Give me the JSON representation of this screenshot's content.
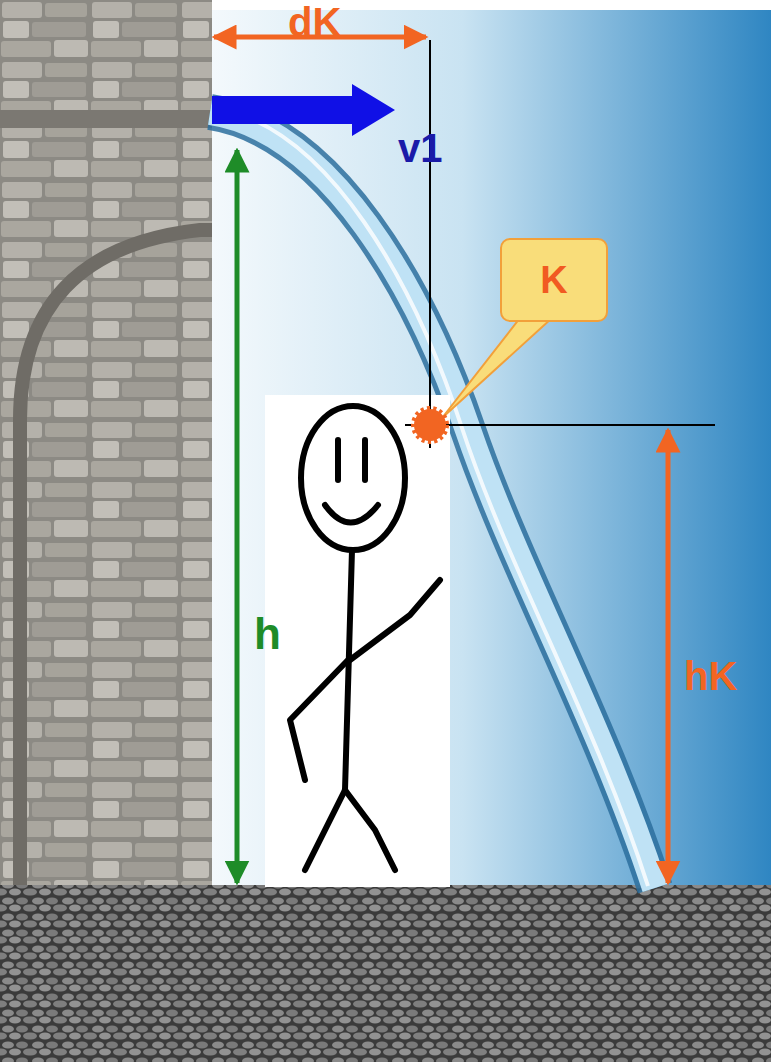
{
  "diagram": {
    "nodes": [
      {
        "text": [
          "K"
        ]
      }
    ],
    "labels": [
      "dK",
      "v1",
      "h",
      "hK"
    ]
  }
}
